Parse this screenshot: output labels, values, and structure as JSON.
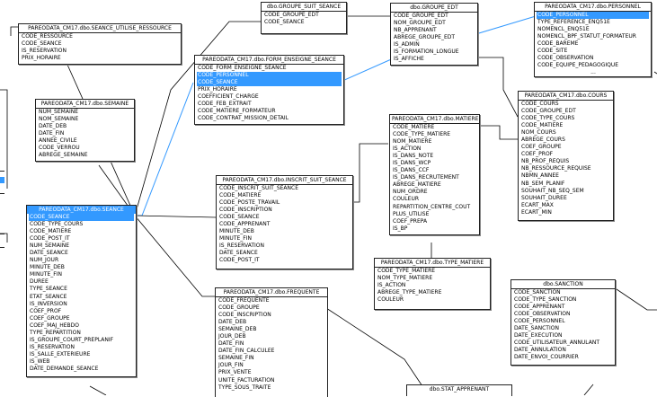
{
  "tables": {
    "seance_utilise_ressource": {
      "title": "PAREODATA_CM17.dbo.SEANCE_UTILISE_RESSOURCE",
      "columns": [
        "CODE_RESSOURCE",
        "CODE_SEANCE",
        "IS_RESERVATION",
        "PRIX_HORAIRE"
      ]
    },
    "groupe_suit_seance": {
      "title": "dbo.GROUPE_SUIT_SEANCE",
      "columns": [
        "CODE_GROUPE_EDT",
        "CODE_SEANCE"
      ]
    },
    "groupe_edt": {
      "title": "dbo.GROUPE_EDT",
      "columns": [
        "CODE_GROUPE_EDT",
        "NOM_GROUPE_EDT",
        "NB_APPRENANT",
        "ABREGE_GROUPE_EDT",
        "IS_ADMIN",
        "IS_FORMATION_LONGUE",
        "IS_AFFICHE"
      ]
    },
    "personnel": {
      "title": "PAREODATA_CM17.dbo.PERSONNEL",
      "columns": [
        "CODE_PERSONNEL",
        "TYPE_REFERENCE_ENQ51E",
        "NOMENCL_ENQ51E",
        "NOMENCL_BPF_STATUT_FORMATEUR",
        "CODE_BAREME",
        "CODE_SITE",
        "CODE_OBSERVATION",
        "CODE_EQUIPE_PEDAGOGIQUE",
        "..."
      ]
    },
    "form_enseigne_seance": {
      "title": "PAREODATA_CM17.dbo.FORM_ENSEIGNE_SEANCE",
      "columns": [
        "CODE_FORM_ENSEIGNE_SEANCE",
        "CODE_PERSONNEL",
        "CODE_SEANCE",
        "PRIX_HORAIRE",
        "COEFFICIENT_CHARGE",
        "CODE_FEB_EXTRAIT",
        "CODE_MATIERE_FORMATEUR",
        "CODE_CONTRAT_MISSION_DETAIL"
      ]
    },
    "semaine": {
      "title": "PAREODATA_CM17.dbo.SEMAINE",
      "columns": [
        "NUM_SEMAINE",
        "NOM_SEMAINE",
        "DATE_DEB",
        "DATE_FIN",
        "ANNEE_CIVILE",
        "CODE_VERROU",
        "ABREGE_SEMAINE"
      ]
    },
    "cours": {
      "title": "PAREODATA_CM17.dbo.COURS",
      "columns": [
        "CODE_COURS",
        "CODE_GROUPE_EDT",
        "CODE_TYPE_COURS",
        "CODE_MATIERE",
        "NOM_COURS",
        "ABREGE_COURS",
        "COEF_GROUPE",
        "COEF_PROF",
        "NB_PROF_REQUIS",
        "NB_RESSOURCE_REQUISE",
        "NBMN_ANNEE",
        "NB_SEM_PLANIF",
        "SOUHAIT_NB_SEQ_SEM",
        "SOUHAIT_DUREE",
        "ECART_MAX",
        "ECART_MIN"
      ]
    },
    "matiere": {
      "title": "PAREODATA_CM17.dbo.MATIERE",
      "columns": [
        "CODE_MATIERE",
        "CODE_TYPE_MATIERE",
        "NOM_MATIERE",
        "IS_ACTION",
        "IS_DANS_NOTE",
        "IS_DANS_WCP",
        "IS_DANS_CCF",
        "IS_DANS_RECRUTEMENT",
        "ABREGE_MATIERE",
        "NUM_ORDRE",
        "COULEUR",
        "REPARTITION_CENTRE_COUT",
        "PLUS_UTILISE",
        "COEF_PREPA",
        "IS_BP"
      ]
    },
    "seance": {
      "title": "PAREODATA_CM17.dbo.SEANCE",
      "columns": [
        "CODE_SEANCE",
        "CODE_TYPE_COURS",
        "CODE_MATIERE",
        "CODE_POST_IT",
        "NUM_SEMAINE",
        "DATE_SEANCE",
        "NUM_JOUR",
        "MINUTE_DEB",
        "MINUTE_FIN",
        "DUREE",
        "TYPE_SEANCE",
        "ETAT_SEANCE",
        "IS_INVERSION",
        "COEF_PROF",
        "COEF_GROUPE",
        "COEF_MAJ_HEBDO",
        "TYPE_REPARTITION",
        "IS_GROUPE_COURT_PREPLANIF",
        "IS_RESERVATION",
        "IS_SALLE_EXTERIEURE",
        "IS_WEB",
        "DATE_DEMANDE_SEANCE"
      ]
    },
    "inscrit_suit_seance": {
      "title": "PAREODATA_CM17.dbo.INSCRIT_SUIT_SEANCE",
      "columns": [
        "CODE_INSCRIT_SUIT_SEANCE",
        "CODE_MATIERE",
        "CODE_POSTE_TRAVAIL",
        "CODE_INSCRIPTION",
        "CODE_SEANCE",
        "CODE_APPRENANT",
        "MINUTE_DEB",
        "MINUTE_FIN",
        "IS_RESERVATION",
        "DATE_SEANCE",
        "CODE_POST_IT"
      ]
    },
    "type_matiere": {
      "title": "PAREODATA_CM17.dbo.TYPE_MATIERE",
      "columns": [
        "CODE_TYPE_MATIERE",
        "NOM_TYPE_MATIERE",
        "IS_ACTION",
        "ABREGE_TYPE_MATIERE",
        "COULEUR"
      ]
    },
    "frequente": {
      "title": "PAREODATA_CM17.dbo.FREQUENTE",
      "columns": [
        "CODE_FREQUENTE",
        "CODE_GROUPE",
        "CODE_INSCRIPTION",
        "DATE_DEB",
        "SEMAINE_DEB",
        "JOUR_DEB",
        "DATE_FIN",
        "DATE_FIN_CALCULEE",
        "SEMAINE_FIN",
        "JOUR_FIN",
        "PRIX_VENTE",
        "UNITE_FACTURATION",
        "TYPE_SOUS_TRAITE"
      ]
    },
    "sanction": {
      "title": "dbo.SANCTION",
      "columns": [
        "CODE_SANCTION",
        "CODE_TYPE_SANCTION",
        "CODE_APPRENANT",
        "CODE_OBSERVATION",
        "CODE_PERSONNEL",
        "DATE_SANCTION",
        "DATE_EXECUTION",
        "CODE_UTILISATEUR_ANNULANT",
        "DATE_ANNULATION",
        "DATE_ENVOI_COURRIER"
      ]
    },
    "stat_apprenant": {
      "title": "dbo.STAT_APPRENANT",
      "columns": []
    }
  },
  "colors": {
    "selection": "#3399ff",
    "border": "#222222",
    "link": "#000000",
    "link_selected": "#3399ff"
  }
}
